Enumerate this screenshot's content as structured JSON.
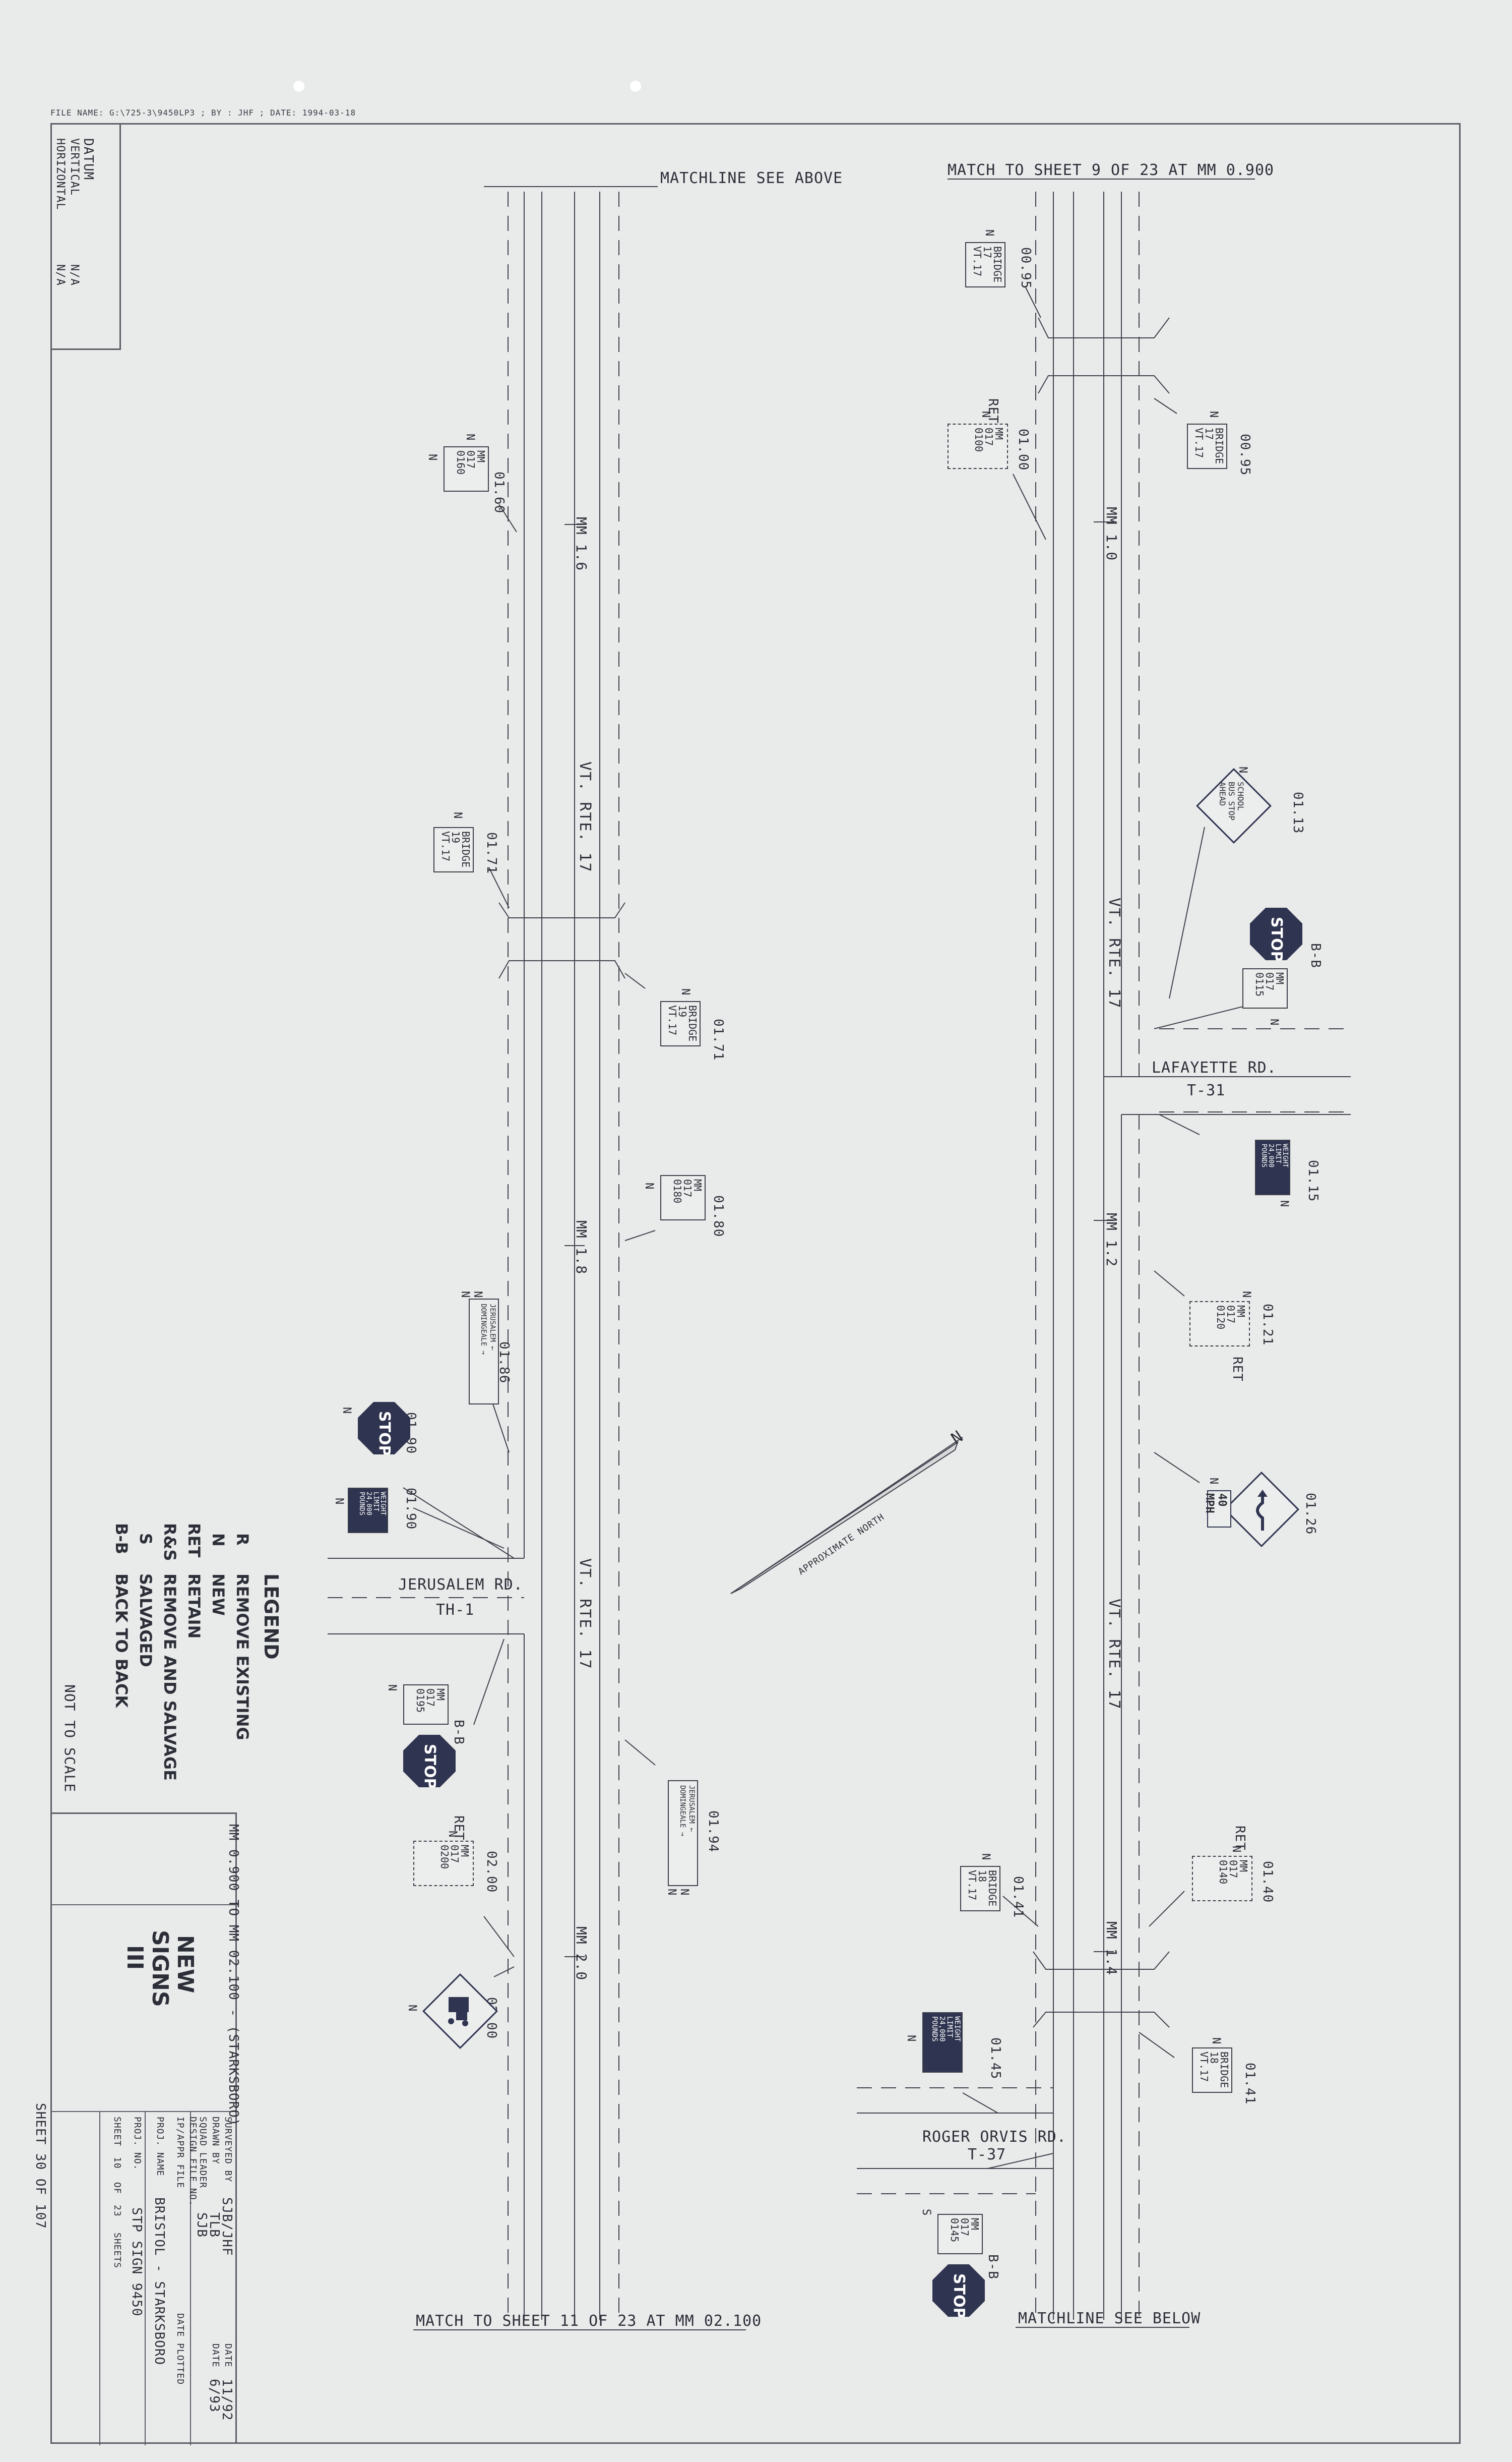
{
  "file_info": "FILE NAME: G:\\725-3\\9450LP3 ; BY : JHF ; DATE: 1994-03-18",
  "datum": {
    "title": "DATUM",
    "vertical_label": "VERTICAL",
    "vertical_value": "N/A",
    "horizontal_label": "HORIZONTAL",
    "horizontal_value": "N/A"
  },
  "matchlines": {
    "top_left": "MATCHLINE SEE ABOVE",
    "top_right": "MATCH TO SHEET 9 OF 23 AT MM 0.900",
    "bottom_left": "MATCH TO SHEET 11 OF 23 AT MM 02.100",
    "bottom_right": "MATCHLINE SEE BELOW"
  },
  "route_labels": {
    "left_upper": "VT. RTE. 17",
    "left_lower": "VT. RTE. 17",
    "right_upper": "VT. RTE. 17",
    "right_lower": "VT. RTE. 17"
  },
  "mile_markers": {
    "mm16": "MM 1.6",
    "mm18": "MM 1.8",
    "mm20": "MM 2.0",
    "mm10": "MM 1.0",
    "mm12": "MM 1.2",
    "mm14": "MM 1.4"
  },
  "roads": {
    "jerusalem_name": "JERUSALEM RD.",
    "jerusalem_no": "TH-1",
    "lafayette_name": "LAFAYETTE RD.",
    "lafayette_no": "T-31",
    "roger_name": "ROGER ORVIS RD.",
    "roger_no": "T-37"
  },
  "signs": {
    "s0095a": {
      "station": "00.95",
      "code": "N",
      "plaque": "BRIDGE\n17\nVT.17"
    },
    "s0095b": {
      "station": "00.95",
      "code": "N",
      "plaque": "BRIDGE\n17\nVT.17"
    },
    "s0100": {
      "station": "01.00",
      "code": "N",
      "status": "RET",
      "plaque": "MM\n017\n0100"
    },
    "s0160": {
      "station": "01.60",
      "code": "N",
      "plaque": "MM\n017\n0160"
    },
    "s0171a": {
      "station": "01.71",
      "code": "N",
      "plaque": "BRIDGE\n19\nVT.17"
    },
    "s0171b": {
      "station": "01.71",
      "code": "N",
      "plaque": "BRIDGE\n19\nVT.17"
    },
    "s0180": {
      "station": "01.80",
      "code": "N",
      "plaque": "MM\n017\n0180"
    },
    "s0186": {
      "station": "01.86",
      "code": "N",
      "plaque": "JERUSALEM ←\nDOMINGEALE →"
    },
    "s0190stop": {
      "station": "01.90",
      "code": "N",
      "plaque": "STOP"
    },
    "s0190wt": {
      "station": "01.90",
      "code": "N",
      "plaque": "WEIGHT\nLIMIT\n24,000\nPOUNDS"
    },
    "s0194": {
      "station": "01.94",
      "code": "N",
      "plaque": "JERUSALEM ←\nDOMINGEALE →"
    },
    "s0195": {
      "station": "",
      "code": "N",
      "bb": "B-B",
      "plaque": "MM\n017\n0195"
    },
    "s0200": {
      "station": "02.00",
      "code": "N",
      "status": "RET",
      "plaque": "MM\n017\n0200"
    },
    "s0200truck": {
      "station": "02.00",
      "code": "N",
      "plaque": "TRUCK\nCROSSING"
    },
    "s0113": {
      "station": "01.13",
      "code": "N",
      "plaque": "SCHOOL\nBUS STOP\nAHEAD"
    },
    "s0115": {
      "station": "",
      "code": "N",
      "bb": "B-B",
      "plaque": "MM\n017\n0115"
    },
    "s0115wt": {
      "station": "01.15",
      "code": "N",
      "plaque": "WEIGHT\nLIMIT\n24,000\nPOUNDS"
    },
    "s0121": {
      "station": "01.21",
      "code": "N",
      "status": "RET",
      "plaque": "MM\n017\n0120"
    },
    "s0126": {
      "station": "01.26",
      "code": "N",
      "plaque": "40\nMPH"
    },
    "s0140": {
      "station": "01.40",
      "code": "N",
      "status": "RET",
      "plaque": "MM\n017\n0140"
    },
    "s0141a": {
      "station": "01.41",
      "code": "N",
      "plaque": "BRIDGE\n18\nVT.17"
    },
    "s0141b": {
      "station": "01.41",
      "code": "N",
      "plaque": "BRIDGE\n18\nVT.17"
    },
    "s0145": {
      "station": "01.45",
      "code": "N",
      "plaque": "WEIGHT\nLIMIT\n24,000\nPOUNDS"
    },
    "s0145mm": {
      "station": "",
      "code": "S",
      "bb": "B-B",
      "plaque": "MM\n017\n0145"
    },
    "stop_text": "STOP"
  },
  "north_arrow": {
    "label": "APPROXIMATE NORTH",
    "n": "N"
  },
  "legend": {
    "title": "LEGEND",
    "items": [
      {
        "code": "R",
        "desc": "REMOVE EXISTING"
      },
      {
        "code": "N",
        "desc": "NEW"
      },
      {
        "code": "RET",
        "desc": "RETAIN"
      },
      {
        "code": "R&S",
        "desc": "REMOVE AND SALVAGE"
      },
      {
        "code": "S",
        "desc": "SALVAGED"
      },
      {
        "code": "B-B",
        "desc": "BACK TO BACK"
      }
    ],
    "scale": "NOT TO SCALE"
  },
  "title_block": {
    "line1": "NEW",
    "line2": "SIGNS",
    "line3": "III",
    "range": "MM 0.900 TO MM 02.100 - (STARKSBORO)",
    "surveyed_by_label": "SURVEYED BY",
    "surveyed_by": "SJB/JHF",
    "drawn_by_label": "DRAWN BY",
    "drawn_by": "TLB",
    "squad_leader_label": "SQUAD LEADER",
    "squad_leader": "SJB",
    "design_file_label": "DESIGN FILE NO.",
    "date_label_1": "DATE",
    "date_1": "11/92",
    "date_label_2": "DATE",
    "date_2": "6/93",
    "ip_label": "IP/APPR FILE",
    "date_plotted": "DATE PLOTTED",
    "proj_name_label": "PROJ. NAME",
    "proj_name": "BRISTOL - STARKSBORO",
    "proj_no_label": "PROJ. NO.",
    "proj_no": "STP SIGN 9450",
    "sheet_label": "SHEET",
    "sheet": "10",
    "of_label": "OF",
    "of": "23",
    "sheets_label": "SHEETS"
  },
  "sheet_total": "SHEET 30 OF 107"
}
